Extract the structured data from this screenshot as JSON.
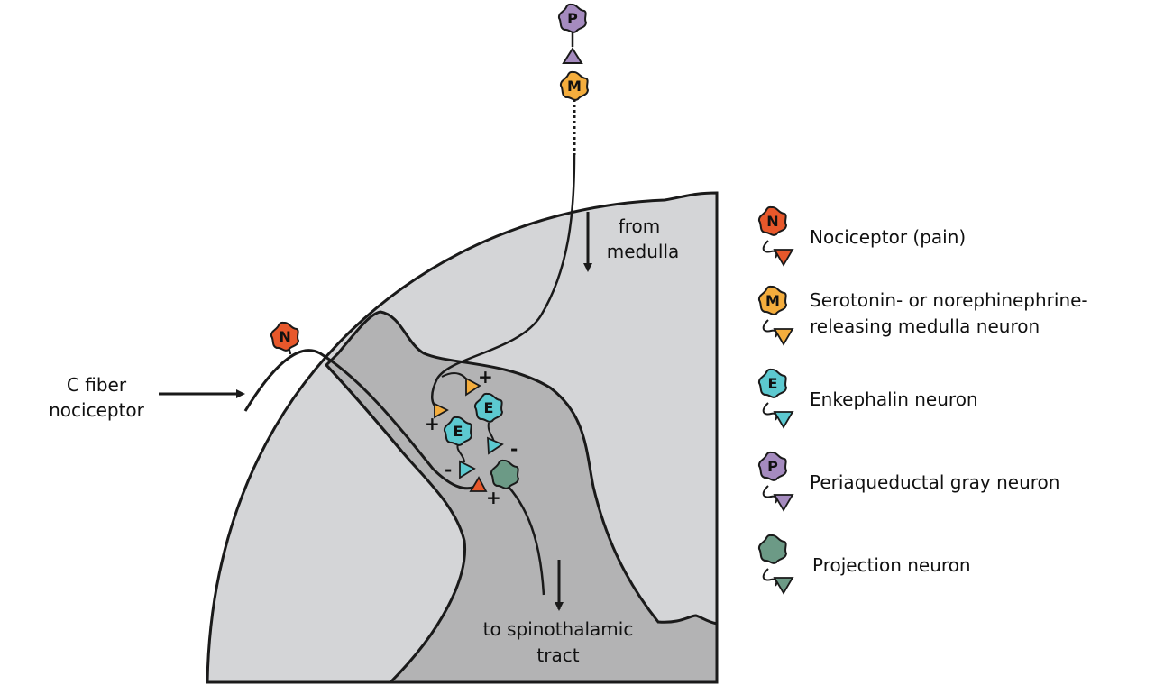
{
  "colors": {
    "outer_tissue": "#d4d5d7",
    "gray_matter": "#b3b3b4",
    "outline": "#1a1a1a",
    "nociceptor": "#e8582b",
    "serotonin": "#f4ad3d",
    "enkephalin": "#5cc9d0",
    "periaqueductal": "#a58bbf",
    "projection": "#6c9a86"
  },
  "neurons": {
    "nociceptor_letter": "N",
    "medulla_letter": "M",
    "enkephalin_letter": "E",
    "periaqueductal_letter": "P"
  },
  "labels": {
    "c_fiber_line1": "C fiber",
    "c_fiber_line2": "nociceptor",
    "from_medulla_line1": "from",
    "from_medulla_line2": "medulla",
    "spinothalamic_line1": "to spinothalamic",
    "spinothalamic_line2": "tract"
  },
  "signs": {
    "plus": "+",
    "minus": "-"
  },
  "legend": [
    {
      "letter": "N",
      "text1": "Nociceptor (pain)",
      "text2": "",
      "color": "#e8582b",
      "icon": "nociceptor-neuron-icon"
    },
    {
      "letter": "M",
      "text1": "Serotonin- or norephinephrine-",
      "text2": "releasing medulla neuron",
      "color": "#f4ad3d",
      "icon": "medulla-neuron-icon"
    },
    {
      "letter": "E",
      "text1": "Enkephalin neuron",
      "text2": "",
      "color": "#5cc9d0",
      "icon": "enkephalin-neuron-icon"
    },
    {
      "letter": "P",
      "text1": "Periaqueductal gray neuron",
      "text2": "",
      "color": "#a58bbf",
      "icon": "periaqueductal-neuron-icon"
    },
    {
      "letter": "",
      "text1": "Projection neuron",
      "text2": "",
      "color": "#6c9a86",
      "icon": "projection-neuron-icon"
    }
  ]
}
